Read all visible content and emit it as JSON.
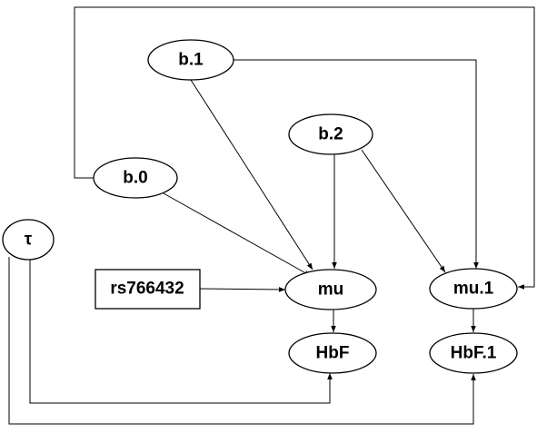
{
  "nodes": {
    "b1": {
      "label": "b.1"
    },
    "b2": {
      "label": "b.2"
    },
    "b0": {
      "label": "b.0"
    },
    "tau": {
      "label": "τ"
    },
    "rs": {
      "label": "rs766432"
    },
    "mu": {
      "label": "mu"
    },
    "mu1": {
      "label": "mu.1"
    },
    "hbf": {
      "label": "HbF"
    },
    "hbf1": {
      "label": "HbF.1"
    }
  },
  "edges": [
    {
      "from": "b.1",
      "to": "mu"
    },
    {
      "from": "b.1",
      "to": "mu.1"
    },
    {
      "from": "b.2",
      "to": "mu"
    },
    {
      "from": "b.2",
      "to": "mu.1"
    },
    {
      "from": "b.0",
      "to": "mu"
    },
    {
      "from": "b.0",
      "to": "mu.1"
    },
    {
      "from": "rs766432",
      "to": "mu"
    },
    {
      "from": "mu",
      "to": "HbF"
    },
    {
      "from": "mu.1",
      "to": "HbF.1"
    },
    {
      "from": "τ",
      "to": "HbF"
    },
    {
      "from": "τ",
      "to": "HbF.1"
    }
  ],
  "colors": {
    "stroke": "#000000",
    "background": "#ffffff"
  }
}
